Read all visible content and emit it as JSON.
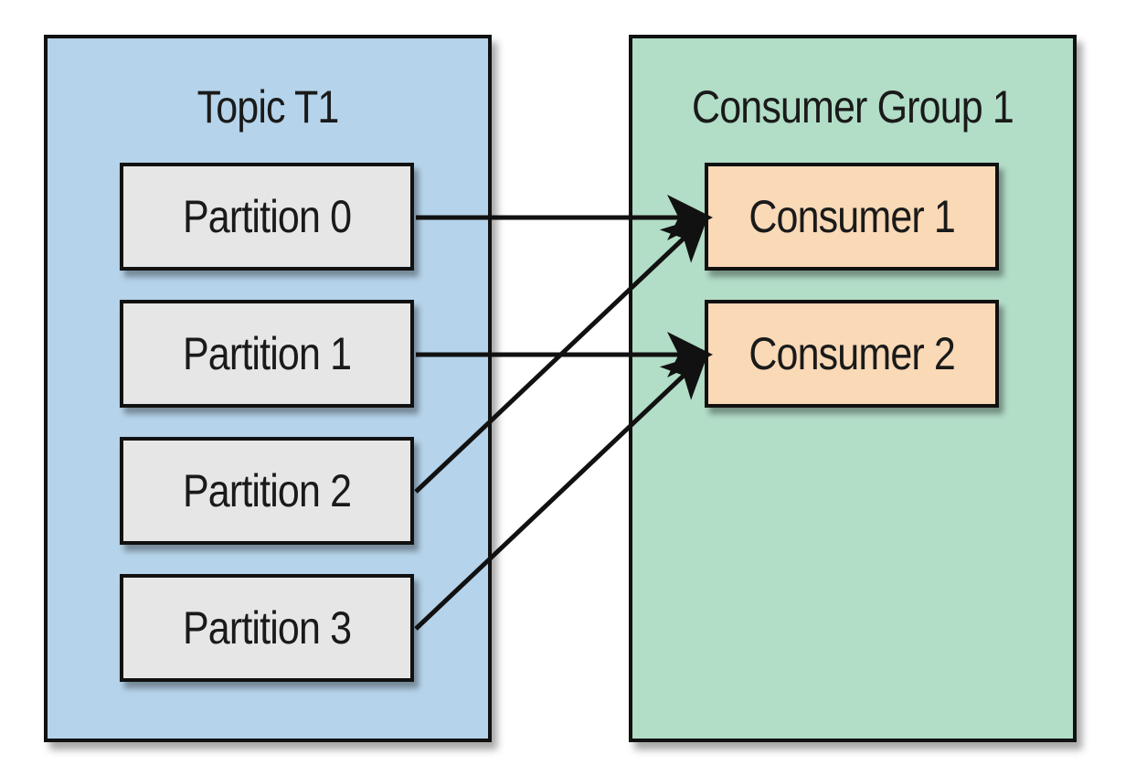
{
  "topic": {
    "title": "Topic T1",
    "partitions": [
      {
        "label": "Partition 0"
      },
      {
        "label": "Partition 1"
      },
      {
        "label": "Partition 2"
      },
      {
        "label": "Partition 3"
      }
    ]
  },
  "group": {
    "title": "Consumer Group 1",
    "consumers": [
      {
        "label": "Consumer 1"
      },
      {
        "label": "Consumer 2"
      }
    ]
  },
  "assignments": [
    {
      "from": "Partition 0",
      "to": "Consumer 1"
    },
    {
      "from": "Partition 1",
      "to": "Consumer 2"
    },
    {
      "from": "Partition 2",
      "to": "Consumer 1"
    },
    {
      "from": "Partition 3",
      "to": "Consumer 2"
    }
  ],
  "colors": {
    "topic_panel": "#b5d3ea",
    "group_panel": "#b2ddc7",
    "partition_box": "#e6e6e6",
    "consumer_box": "#f9d9b6",
    "stroke": "#111111"
  }
}
